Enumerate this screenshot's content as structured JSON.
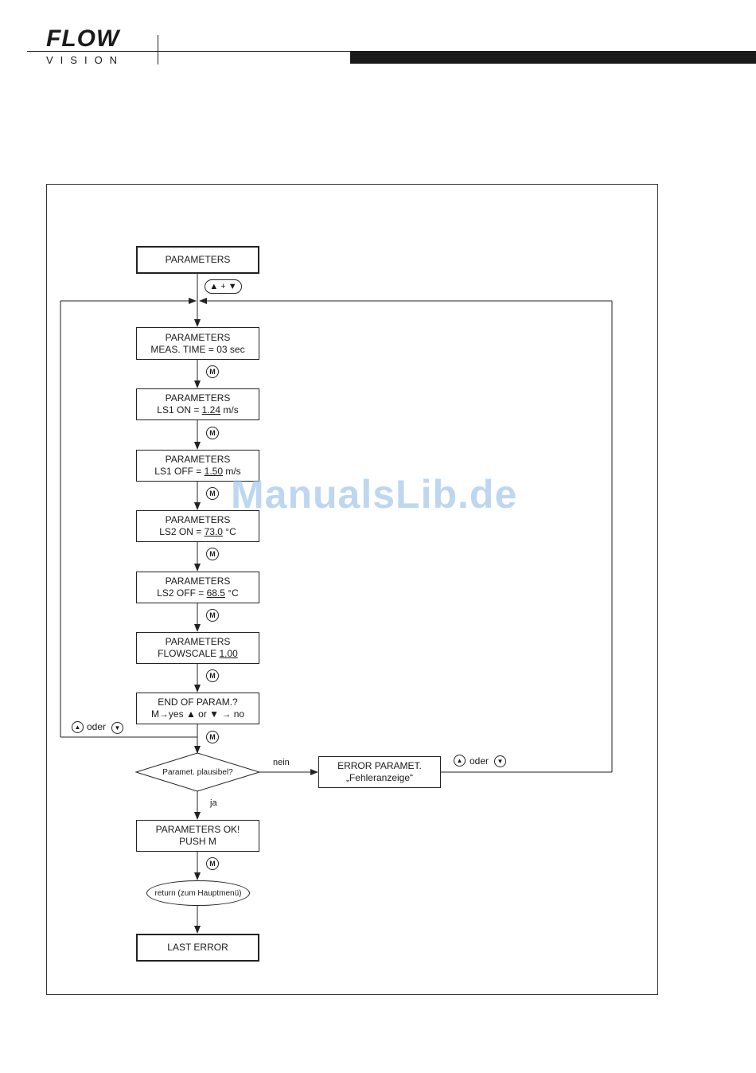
{
  "header": {
    "logo": "FLOW",
    "logo_sub": "VISION"
  },
  "watermark": "ManualsLib.de",
  "flow": {
    "start": "PARAMETERS",
    "up_down_key": "▲ + ▼",
    "m_key": "M",
    "steps": [
      {
        "line1": "PARAMETERS",
        "prefix": "MEAS. TIME = ",
        "value": "03",
        "suffix": " sec"
      },
      {
        "line1": "PARAMETERS",
        "prefix": "LS1 ON = ",
        "value": "1.24",
        "suffix": " m/s"
      },
      {
        "line1": "PARAMETERS",
        "prefix": "LS1 OFF = ",
        "value": "1.50",
        "suffix": " m/s"
      },
      {
        "line1": "PARAMETERS",
        "prefix": "LS2 ON = ",
        "value": "73.0",
        "suffix": " °C"
      },
      {
        "line1": "PARAMETERS",
        "prefix": "LS2 OFF = ",
        "value": "68.5",
        "suffix": " °C"
      },
      {
        "line1": "PARAMETERS",
        "prefix": "FLOWSCALE ",
        "value": "1.00",
        "suffix": ""
      }
    ],
    "end_param": {
      "line1": "END OF PARAM.?",
      "line2": "M→yes ▲ or ▼ → no"
    },
    "oder_left": "oder",
    "decision": "Paramet. plausibel?",
    "nein": "nein",
    "error": {
      "line1": "ERROR PARAMET.",
      "line2": "„Fehleranzeige“"
    },
    "oder_right": "oder",
    "ja": "ja",
    "ok": {
      "line1": "PARAMETERS OK!",
      "line2": "PUSH M"
    },
    "return": "return (zum Hauptmenü)",
    "last": "LAST ERROR",
    "up_icon": "▲",
    "down_icon": "▼"
  }
}
